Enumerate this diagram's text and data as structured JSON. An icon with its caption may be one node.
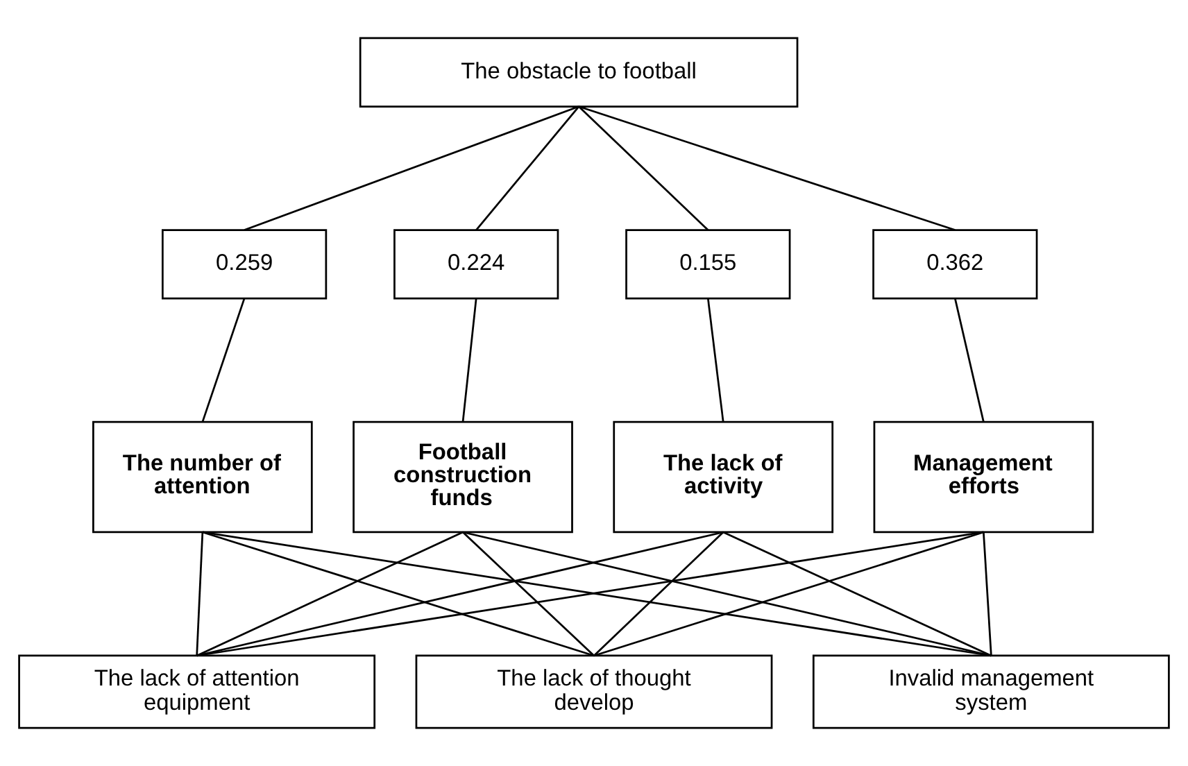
{
  "diagram": {
    "nodes": [
      {
        "text": [
          "The obstacle to football"
        ]
      },
      {
        "text": [
          "0.259"
        ]
      },
      {
        "text": [
          "0.224"
        ]
      },
      {
        "text": [
          "0.155"
        ]
      },
      {
        "text": [
          "0.362"
        ]
      },
      {
        "text": [
          "The number of attention"
        ]
      },
      {
        "text": [
          "Football construction funds"
        ]
      },
      {
        "text": [
          "The lack of activity"
        ]
      },
      {
        "text": [
          "Management efforts"
        ]
      },
      {
        "text": [
          "The lack of attention equipment"
        ]
      },
      {
        "text": [
          "The lack of thought develop"
        ]
      },
      {
        "text": [
          "Invalid management system"
        ]
      }
    ],
    "edges": [
      {
        "from": 0,
        "to": 1,
        "arrow": "none"
      },
      {
        "from": 0,
        "to": 2,
        "arrow": "none"
      },
      {
        "from": 0,
        "to": 3,
        "arrow": "none"
      },
      {
        "from": 0,
        "to": 4,
        "arrow": "none"
      },
      {
        "from": 1,
        "to": 5,
        "arrow": "none"
      },
      {
        "from": 2,
        "to": 6,
        "arrow": "none"
      },
      {
        "from": 3,
        "to": 7,
        "arrow": "none"
      },
      {
        "from": 4,
        "to": 8,
        "arrow": "none"
      },
      {
        "from": 5,
        "to": 9,
        "arrow": "none"
      },
      {
        "from": 5,
        "to": 10,
        "arrow": "none"
      },
      {
        "from": 5,
        "to": 11,
        "arrow": "none"
      },
      {
        "from": 6,
        "to": 9,
        "arrow": "none"
      },
      {
        "from": 6,
        "to": 10,
        "arrow": "none"
      },
      {
        "from": 6,
        "to": 11,
        "arrow": "none"
      },
      {
        "from": 7,
        "to": 9,
        "arrow": "none"
      },
      {
        "from": 7,
        "to": 10,
        "arrow": "none"
      },
      {
        "from": 7,
        "to": 11,
        "arrow": "none"
      },
      {
        "from": 8,
        "to": 9,
        "arrow": "none"
      },
      {
        "from": 8,
        "to": 10,
        "arrow": "none"
      },
      {
        "from": 8,
        "to": 11,
        "arrow": "none"
      }
    ]
  }
}
